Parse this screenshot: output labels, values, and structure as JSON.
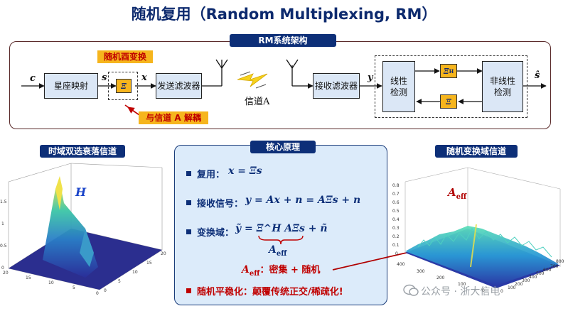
{
  "title": "随机复用（Random Multiplexing, RM）",
  "architecture": {
    "tag": "RM系统架构",
    "unitary_label": "随机酉变换",
    "decouple_label": "与信道 A 解耦",
    "channel_label": "信道A",
    "blocks": {
      "mapper": "星座映射",
      "tx_filter": "发送滤波器",
      "rx_filter": "接收滤波器",
      "linear": "线性检测",
      "nonlinear": "非线性检测"
    },
    "xi": "Ξ",
    "xi_h": "Ξ",
    "xi_h_sup": "H",
    "signals": {
      "c": "c",
      "s": "s",
      "x": "x",
      "y": "y",
      "s_hat": "ŝ"
    }
  },
  "left_plot": {
    "title": "时域双选衰落信道",
    "label": "H",
    "z_ticks": [
      "0",
      "0.5",
      "1",
      "1.5"
    ],
    "x_ticks": [
      "20",
      "15",
      "10",
      "5",
      "0"
    ],
    "y_ticks": [
      "0",
      "5",
      "10",
      "15",
      "20"
    ]
  },
  "right_plot": {
    "title": "随机变换域信道",
    "label": "A",
    "label_sub": "eff",
    "z_ticks": [
      "0",
      "0.1",
      "0.2",
      "0.3",
      "0.4",
      "0.5",
      "0.6",
      "0.7",
      "0.8"
    ],
    "x_ticks": [
      "400",
      "300",
      "200",
      "100",
      "0"
    ],
    "y_ticks": [
      "0",
      "100",
      "200",
      "300",
      "400",
      "500",
      "600",
      "700",
      "800"
    ]
  },
  "core": {
    "tag": "核心原理",
    "items": [
      {
        "label": "复用：",
        "eq": "x = Ξs"
      },
      {
        "label": "接收信号：",
        "eq": "y = Ax + n = AΞs + n"
      },
      {
        "label": "变换域：",
        "eq": "ỹ = Ξ^H AΞs + ñ"
      }
    ],
    "brace_label": "A",
    "brace_sub": "eff",
    "aeff_note": "：密集 + 随机",
    "last_item": "随机平稳化：颠覆传统正交/稀疏化!"
  },
  "watermark": "公众号 · 浙大信电",
  "colors": {
    "navy": "#0d2f78",
    "red": "#c00000",
    "orange": "#f6b51d",
    "block": "#dbe7f6"
  }
}
